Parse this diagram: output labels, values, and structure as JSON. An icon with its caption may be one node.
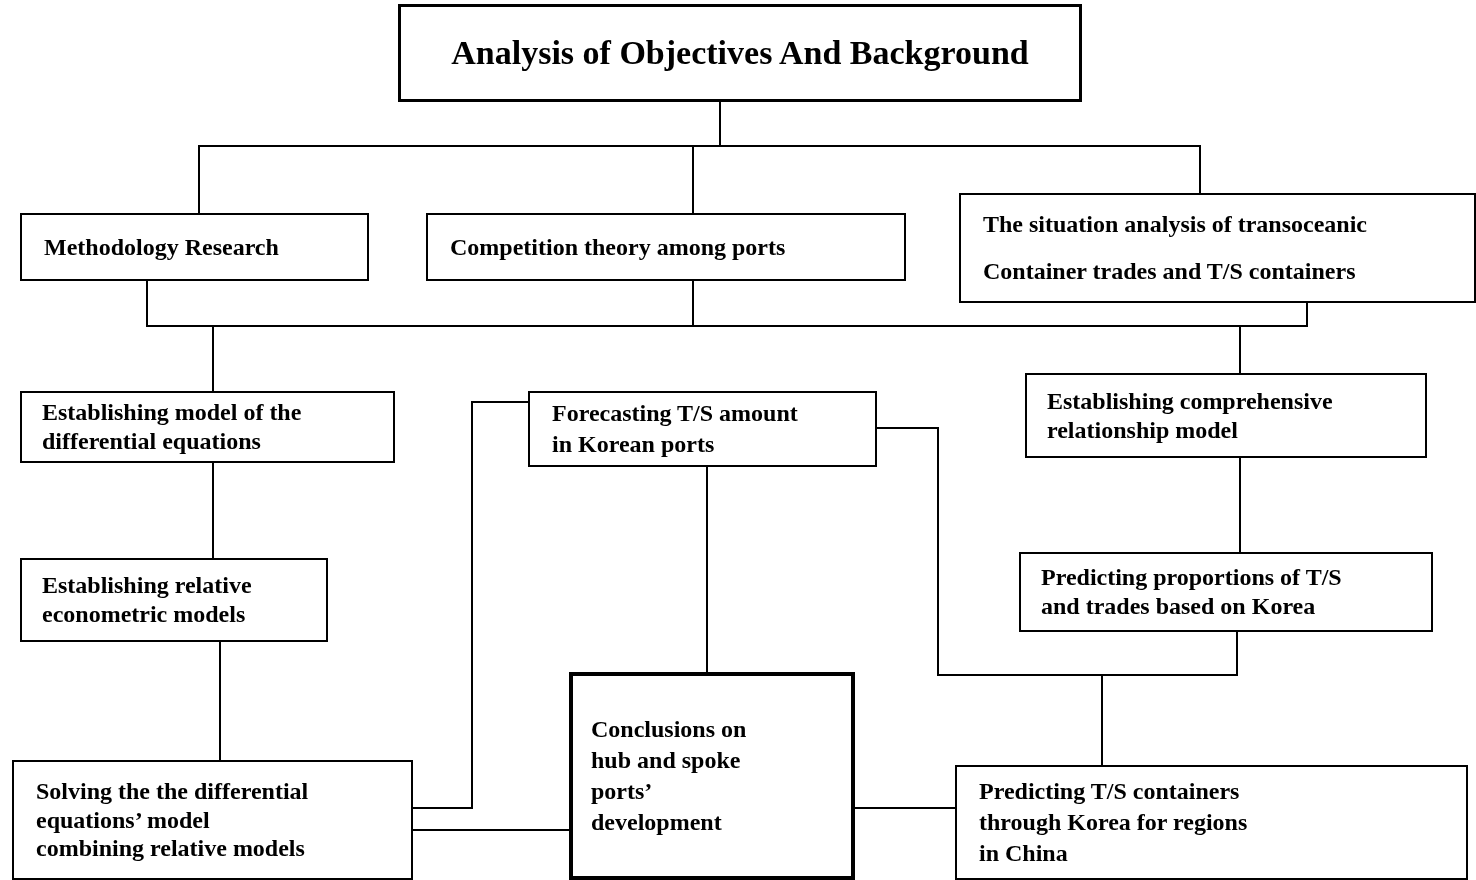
{
  "diagram": {
    "nodes": [
      {
        "text": [
          "Analysis of Objectives And Background"
        ]
      },
      {
        "text": [
          "Methodology Research"
        ]
      },
      {
        "text": [
          "Competition theory among ports"
        ]
      },
      {
        "text": [
          "The situation analysis of transoceanic Container trades and T/S containers"
        ]
      },
      {
        "text": [
          "Establishing model of the differential equations"
        ]
      },
      {
        "text": [
          "Forecasting T/S amount in Korean ports"
        ]
      },
      {
        "text": [
          "Establishing comprehensive relationship model"
        ]
      },
      {
        "text": [
          "Establishing relative econometric models"
        ]
      },
      {
        "text": [
          "Predicting proportions of T/S and trades based on Korea"
        ]
      },
      {
        "text": [
          "Conclusions on hub and spoke ports’ development"
        ]
      },
      {
        "text": [
          "Solving the the differential equations’ model combining relative models"
        ]
      },
      {
        "text": [
          "Predicting T/S containers through Korea for regions in China"
        ]
      }
    ],
    "edges": [
      {
        "from": 0,
        "to": 1,
        "arrow": "none"
      },
      {
        "from": 0,
        "to": 2,
        "arrow": "none"
      },
      {
        "from": 0,
        "to": 3,
        "arrow": "none"
      },
      {
        "from": 1,
        "to": 4,
        "arrow": "none"
      },
      {
        "from": 2,
        "to": 4,
        "arrow": "none"
      },
      {
        "from": 3,
        "to": 4,
        "arrow": "none"
      },
      {
        "from": 1,
        "to": 6,
        "arrow": "none"
      },
      {
        "from": 2,
        "to": 6,
        "arrow": "none"
      },
      {
        "from": 3,
        "to": 6,
        "arrow": "none"
      },
      {
        "from": 4,
        "to": 7,
        "arrow": "none"
      },
      {
        "from": 7,
        "to": 10,
        "arrow": "none"
      },
      {
        "from": 6,
        "to": 8,
        "arrow": "none"
      },
      {
        "from": 5,
        "to": 9,
        "arrow": "none"
      },
      {
        "from": 10,
        "to": 5,
        "arrow": "none"
      },
      {
        "from": 10,
        "to": 9,
        "arrow": "none"
      },
      {
        "from": 9,
        "to": 11,
        "arrow": "none"
      },
      {
        "from": 5,
        "to": 11,
        "arrow": "none"
      },
      {
        "from": 8,
        "to": 11,
        "arrow": "none"
      }
    ]
  }
}
